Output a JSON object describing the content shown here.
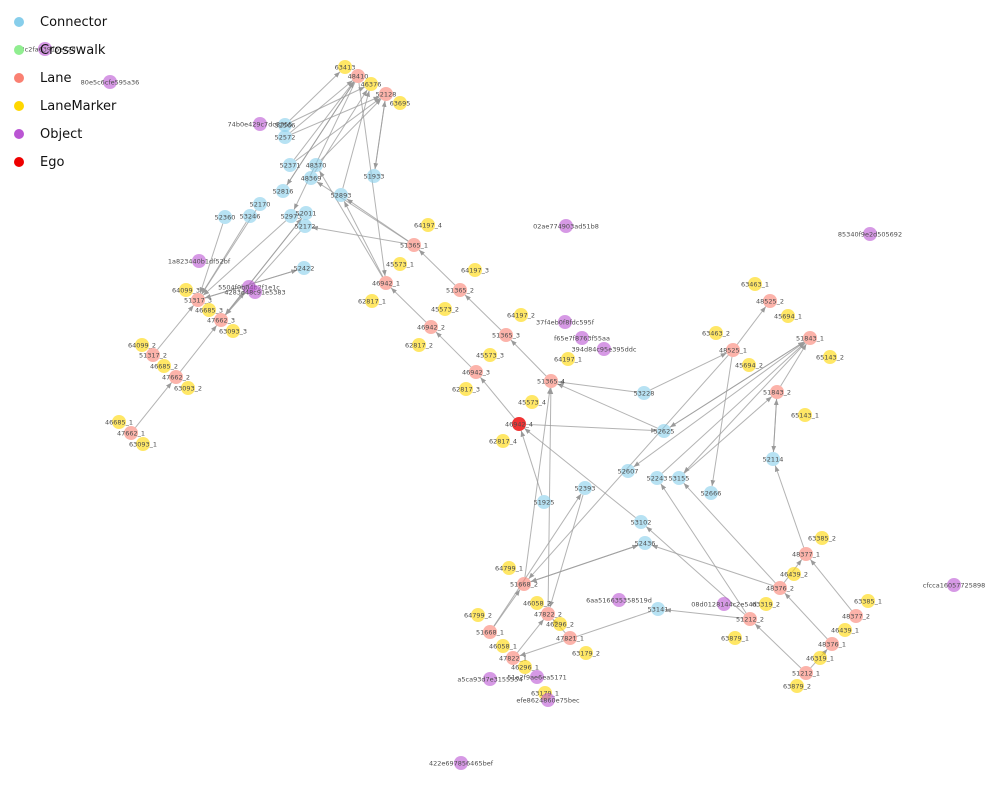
{
  "legend": [
    {
      "key": "connector",
      "label": "Connector",
      "color": "#87ceeb"
    },
    {
      "key": "crosswalk",
      "label": "Crosswalk",
      "color": "#90ee90"
    },
    {
      "key": "lane",
      "label": "Lane",
      "color": "#fa8072"
    },
    {
      "key": "lanemarker",
      "label": "LaneMarker",
      "color": "#ffd700"
    },
    {
      "key": "object",
      "label": "Object",
      "color": "#ba55d3"
    },
    {
      "key": "ego",
      "label": "Ego",
      "color": "#ee0000"
    }
  ],
  "colors": {
    "edge": "#9a9a9a",
    "label": "#4d4d4d"
  },
  "nodes": [
    {
      "id": "63413",
      "type": "lanemarker"
    },
    {
      "id": "48410",
      "type": "lane"
    },
    {
      "id": "46376",
      "type": "lanemarker"
    },
    {
      "id": "52128",
      "type": "lane"
    },
    {
      "id": "63695",
      "type": "lanemarker"
    },
    {
      "id": "52572",
      "type": "connector"
    },
    {
      "id": "52566",
      "type": "connector"
    },
    {
      "id": "74b0e429c7dc8355",
      "type": "object"
    },
    {
      "id": "52371",
      "type": "connector"
    },
    {
      "id": "48370",
      "type": "connector"
    },
    {
      "id": "48369",
      "type": "connector"
    },
    {
      "id": "51933",
      "type": "connector"
    },
    {
      "id": "52816",
      "type": "connector"
    },
    {
      "id": "52893",
      "type": "connector"
    },
    {
      "id": "52170",
      "type": "connector"
    },
    {
      "id": "52360",
      "type": "connector"
    },
    {
      "id": "53246",
      "type": "connector"
    },
    {
      "id": "52973",
      "type": "connector"
    },
    {
      "id": "52011",
      "type": "connector"
    },
    {
      "id": "52172",
      "type": "connector"
    },
    {
      "id": "64197_4",
      "type": "lanemarker"
    },
    {
      "id": "51365_1",
      "type": "lane"
    },
    {
      "id": "02ae774903ad51b8",
      "type": "object"
    },
    {
      "id": "85340f9e2d505692",
      "type": "object"
    },
    {
      "id": "1a823440b1df52bf",
      "type": "object"
    },
    {
      "id": "52422",
      "type": "connector"
    },
    {
      "id": "45573_1",
      "type": "lanemarker"
    },
    {
      "id": "46942_1",
      "type": "lane"
    },
    {
      "id": "64197_3",
      "type": "lanemarker"
    },
    {
      "id": "fa3c2fa63915e72d",
      "type": "object"
    },
    {
      "id": "80e5c6cfe595a36",
      "type": "object"
    },
    {
      "id": "64099_3",
      "type": "lanemarker"
    },
    {
      "id": "51317_3",
      "type": "lane"
    },
    {
      "id": "46685_3",
      "type": "lanemarker"
    },
    {
      "id": "47662_3",
      "type": "lane"
    },
    {
      "id": "63093_3",
      "type": "lanemarker"
    },
    {
      "id": "5504f0b04b2f1e1c",
      "type": "object"
    },
    {
      "id": "4283d48c91e5383",
      "type": "object"
    },
    {
      "id": "51365_2",
      "type": "lane"
    },
    {
      "id": "62817_1",
      "type": "lanemarker"
    },
    {
      "id": "45573_2",
      "type": "lanemarker"
    },
    {
      "id": "46942_2",
      "type": "lane"
    },
    {
      "id": "64197_2",
      "type": "lanemarker"
    },
    {
      "id": "37f4eb0f8fdc595f",
      "type": "object"
    },
    {
      "id": "51365_3",
      "type": "lane"
    },
    {
      "id": "62817_2",
      "type": "lanemarker"
    },
    {
      "id": "f65e7f8763f55aa",
      "type": "object"
    },
    {
      "id": "394d84c95e395ddc",
      "type": "object"
    },
    {
      "id": "45573_3",
      "type": "lanemarker"
    },
    {
      "id": "64197_1",
      "type": "lanemarker"
    },
    {
      "id": "46942_3",
      "type": "lane"
    },
    {
      "id": "62817_3",
      "type": "lanemarker"
    },
    {
      "id": "51365_4",
      "type": "lane"
    },
    {
      "id": "45573_4",
      "type": "lanemarker"
    },
    {
      "id": "46942_4",
      "type": "ego"
    },
    {
      "id": "62817_4",
      "type": "lanemarker"
    },
    {
      "id": "53228",
      "type": "connector"
    },
    {
      "id": "52625",
      "type": "connector"
    },
    {
      "id": "64099_2",
      "type": "lanemarker"
    },
    {
      "id": "51317_2",
      "type": "lane"
    },
    {
      "id": "46685_2",
      "type": "lanemarker"
    },
    {
      "id": "47662_2",
      "type": "lane"
    },
    {
      "id": "63093_2",
      "type": "lanemarker"
    },
    {
      "id": "46685_1",
      "type": "lanemarker"
    },
    {
      "id": "47662_1",
      "type": "lane"
    },
    {
      "id": "63093_1",
      "type": "lanemarker"
    },
    {
      "id": "63463_1",
      "type": "lanemarker"
    },
    {
      "id": "48525_2",
      "type": "lane"
    },
    {
      "id": "45694_1",
      "type": "lanemarker"
    },
    {
      "id": "63463_2",
      "type": "lanemarker"
    },
    {
      "id": "48525_1",
      "type": "lane"
    },
    {
      "id": "51843_1",
      "type": "lane"
    },
    {
      "id": "65143_2",
      "type": "lanemarker"
    },
    {
      "id": "45694_2",
      "type": "lanemarker"
    },
    {
      "id": "51843_2",
      "type": "lane"
    },
    {
      "id": "65143_1",
      "type": "lanemarker"
    },
    {
      "id": "52114",
      "type": "connector"
    },
    {
      "id": "52607",
      "type": "connector"
    },
    {
      "id": "52243",
      "type": "connector"
    },
    {
      "id": "53155",
      "type": "connector"
    },
    {
      "id": "52666",
      "type": "connector"
    },
    {
      "id": "52393",
      "type": "connector"
    },
    {
      "id": "51925",
      "type": "connector"
    },
    {
      "id": "53102",
      "type": "connector"
    },
    {
      "id": "52436",
      "type": "connector"
    },
    {
      "id": "63385_2",
      "type": "lanemarker"
    },
    {
      "id": "48377_1",
      "type": "lane"
    },
    {
      "id": "46439_2",
      "type": "lanemarker"
    },
    {
      "id": "48376_2",
      "type": "lane"
    },
    {
      "id": "cfcca16057725898",
      "type": "object"
    },
    {
      "id": "64799_1",
      "type": "lanemarker"
    },
    {
      "id": "51668_2",
      "type": "lane"
    },
    {
      "id": "46058_2",
      "type": "lanemarker"
    },
    {
      "id": "47822_2",
      "type": "lane"
    },
    {
      "id": "46296_2",
      "type": "lanemarker"
    },
    {
      "id": "6aa516635358519d",
      "type": "object"
    },
    {
      "id": "53141",
      "type": "connector"
    },
    {
      "id": "08d0128144c2e54d",
      "type": "object"
    },
    {
      "id": "63319_2",
      "type": "lanemarker"
    },
    {
      "id": "51212_2",
      "type": "lane"
    },
    {
      "id": "63385_1",
      "type": "lanemarker"
    },
    {
      "id": "48377_2",
      "type": "lane"
    },
    {
      "id": "64799_2",
      "type": "lanemarker"
    },
    {
      "id": "51668_1",
      "type": "lane"
    },
    {
      "id": "46058_1",
      "type": "lanemarker"
    },
    {
      "id": "47822_1",
      "type": "lane"
    },
    {
      "id": "63179_2",
      "type": "lanemarker"
    },
    {
      "id": "63879_1",
      "type": "lanemarker"
    },
    {
      "id": "46439_1",
      "type": "lanemarker"
    },
    {
      "id": "48376_1",
      "type": "lane"
    },
    {
      "id": "46319_1",
      "type": "lanemarker"
    },
    {
      "id": "51212_1",
      "type": "lane"
    },
    {
      "id": "63879_2",
      "type": "lanemarker"
    },
    {
      "id": "47821_1",
      "type": "lane"
    },
    {
      "id": "46296_1",
      "type": "lanemarker"
    },
    {
      "id": "a5ca93d7e3155554",
      "type": "object"
    },
    {
      "id": "51a2f9ae6ea5171",
      "type": "object"
    },
    {
      "id": "63179_1",
      "type": "lanemarker"
    },
    {
      "id": "efe8624860e75bec",
      "type": "object"
    },
    {
      "id": "422e697856465bef",
      "type": "object"
    }
  ],
  "edges": [
    [
      "52572",
      "48410"
    ],
    [
      "52572",
      "52128"
    ],
    [
      "52566",
      "63413"
    ],
    [
      "52566",
      "46376"
    ],
    [
      "52371",
      "52128"
    ],
    [
      "52371",
      "48410"
    ],
    [
      "48370",
      "52128"
    ],
    [
      "48369",
      "46376"
    ],
    [
      "51933",
      "52128"
    ],
    [
      "52816",
      "48410"
    ],
    [
      "52893",
      "46376"
    ],
    [
      "52170",
      "51317_3"
    ],
    [
      "52360",
      "51317_3"
    ],
    [
      "53246",
      "51317_3"
    ],
    [
      "52973",
      "51317_3"
    ],
    [
      "52011",
      "47662_3"
    ],
    [
      "52172",
      "47662_3"
    ],
    [
      "51365_1",
      "48369"
    ],
    [
      "51365_1",
      "52893"
    ],
    [
      "51365_1",
      "52172"
    ],
    [
      "46942_1",
      "52893"
    ],
    [
      "46942_1",
      "48370"
    ],
    [
      "48410",
      "52816"
    ],
    [
      "48410",
      "52973"
    ],
    [
      "52128",
      "51933"
    ],
    [
      "48410",
      "46942_1"
    ],
    [
      "52422",
      "51317_3"
    ],
    [
      "51365_2",
      "51365_1"
    ],
    [
      "46942_2",
      "46942_1"
    ],
    [
      "51365_3",
      "51365_2"
    ],
    [
      "46942_3",
      "46942_2"
    ],
    [
      "51365_4",
      "51365_3"
    ],
    [
      "46942_4",
      "46942_3"
    ],
    [
      "53228",
      "51365_4"
    ],
    [
      "52625",
      "51365_4"
    ],
    [
      "46942_4",
      "52625"
    ],
    [
      "51925",
      "46942_4"
    ],
    [
      "53102",
      "46942_4"
    ],
    [
      "51317_2",
      "51317_3"
    ],
    [
      "47662_2",
      "47662_3"
    ],
    [
      "47662_1",
      "47662_2"
    ],
    [
      "48525_1",
      "48525_2"
    ],
    [
      "51843_2",
      "51843_1"
    ],
    [
      "52114",
      "51843_2"
    ],
    [
      "51843_2",
      "52114"
    ],
    [
      "48525_1",
      "52666"
    ],
    [
      "51843_1",
      "53155"
    ],
    [
      "51843_1",
      "52607"
    ],
    [
      "48525_1",
      "51668_2"
    ],
    [
      "52243",
      "51843_1"
    ],
    [
      "53155",
      "51843_2"
    ],
    [
      "52625",
      "51843_1"
    ],
    [
      "53228",
      "48525_1"
    ],
    [
      "51843_1",
      "52625"
    ],
    [
      "48376_2",
      "48377_1"
    ],
    [
      "48377_1",
      "52114"
    ],
    [
      "48376_2",
      "52436"
    ],
    [
      "48376_1",
      "48376_2"
    ],
    [
      "48377_2",
      "48377_1"
    ],
    [
      "51212_1",
      "51212_2"
    ],
    [
      "51212_2",
      "53102"
    ],
    [
      "51212_2",
      "52243"
    ],
    [
      "51668_1",
      "51668_2"
    ],
    [
      "47822_1",
      "47822_2"
    ],
    [
      "47821_1",
      "47822_2"
    ],
    [
      "51668_2",
      "52436"
    ],
    [
      "53141",
      "47822_1"
    ],
    [
      "51212_2",
      "53141"
    ],
    [
      "52393",
      "47822_2"
    ],
    [
      "47822_2",
      "51365_4"
    ],
    [
      "51668_2",
      "51365_4"
    ],
    [
      "52436",
      "51668_2"
    ],
    [
      "51668_1",
      "52393"
    ],
    [
      "47662_3",
      "5504f0b04b2f1e1c"
    ],
    [
      "51317_3",
      "52422"
    ],
    [
      "47662_3",
      "52011"
    ],
    [
      "48376_2",
      "53155"
    ],
    [
      "51212_1",
      "48376_1"
    ]
  ]
}
